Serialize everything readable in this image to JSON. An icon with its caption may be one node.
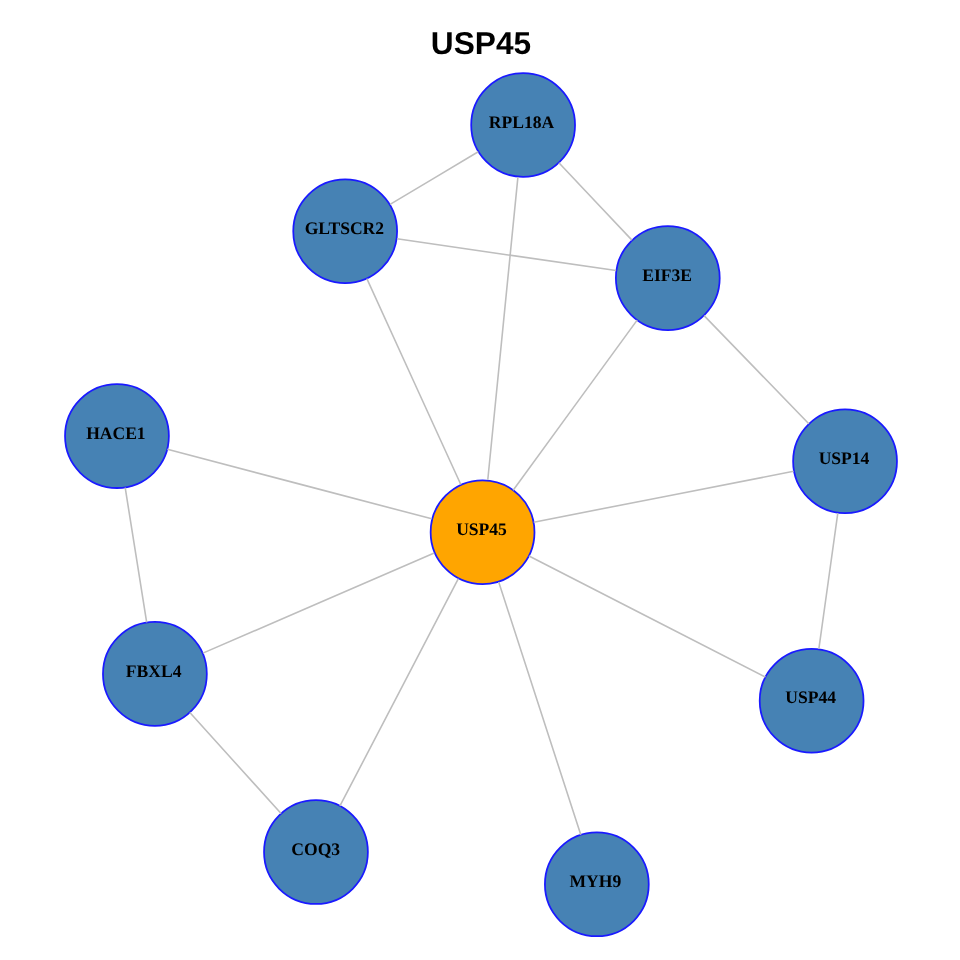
{
  "diagram": {
    "title": "USP45",
    "nodes": [
      {
        "text": [
          "GLTSCR2"
        ]
      },
      {
        "text": [
          "RPL18A"
        ]
      },
      {
        "text": [
          "EIF3E"
        ]
      },
      {
        "text": [
          "HACE1"
        ]
      },
      {
        "text": [
          "USP45"
        ]
      },
      {
        "text": [
          "USP14"
        ]
      },
      {
        "text": [
          "FBXL4"
        ]
      },
      {
        "text": [
          "USP44"
        ]
      },
      {
        "text": [
          "COQ3"
        ]
      },
      {
        "text": [
          "MYH9"
        ]
      }
    ],
    "edges": [
      {
        "from": 4,
        "to": 0,
        "arrow": "none"
      },
      {
        "from": 4,
        "to": 1,
        "arrow": "none"
      },
      {
        "from": 4,
        "to": 2,
        "arrow": "none"
      },
      {
        "from": 4,
        "to": 3,
        "arrow": "none"
      },
      {
        "from": 4,
        "to": 5,
        "arrow": "none"
      },
      {
        "from": 4,
        "to": 6,
        "arrow": "none"
      },
      {
        "from": 4,
        "to": 7,
        "arrow": "none"
      },
      {
        "from": 4,
        "to": 8,
        "arrow": "none"
      },
      {
        "from": 4,
        "to": 9,
        "arrow": "none"
      },
      {
        "from": 0,
        "to": 1,
        "arrow": "none"
      },
      {
        "from": 0,
        "to": 2,
        "arrow": "none"
      },
      {
        "from": 1,
        "to": 2,
        "arrow": "none"
      },
      {
        "from": 2,
        "to": 5,
        "arrow": "none"
      },
      {
        "from": 5,
        "to": 7,
        "arrow": "none"
      },
      {
        "from": 3,
        "to": 6,
        "arrow": "none"
      },
      {
        "from": 6,
        "to": 8,
        "arrow": "none"
      }
    ]
  }
}
